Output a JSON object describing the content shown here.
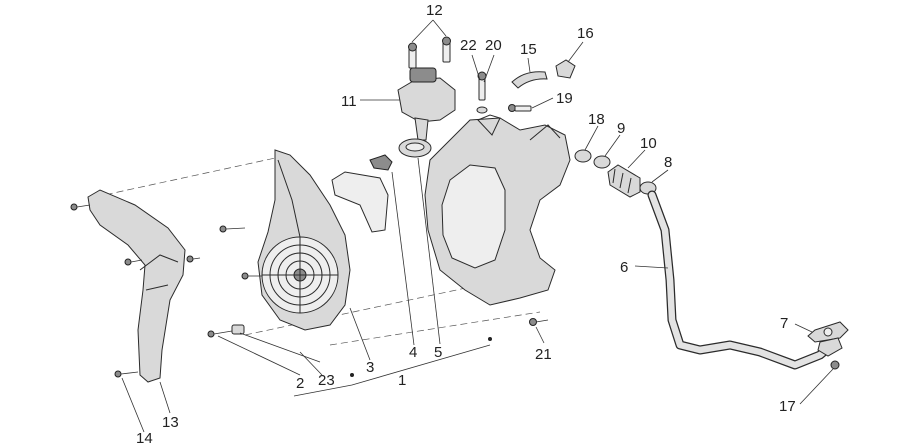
{
  "labels": {
    "l1": "1",
    "l2": "2",
    "l3": "3",
    "l4": "4",
    "l5": "5",
    "l6": "6",
    "l7": "7",
    "l8": "8",
    "l9": "9",
    "l10": "10",
    "l11": "11",
    "l12": "12",
    "l13": "13",
    "l14": "14",
    "l15": "15",
    "l16": "16",
    "l17": "17",
    "l18": "18",
    "l19": "19",
    "l20": "20",
    "l21": "21",
    "l22": "22",
    "l23": "23"
  },
  "colors": {
    "line": "#2b2b2b",
    "part_fill": "#d9d9d9",
    "background": "#ffffff"
  }
}
